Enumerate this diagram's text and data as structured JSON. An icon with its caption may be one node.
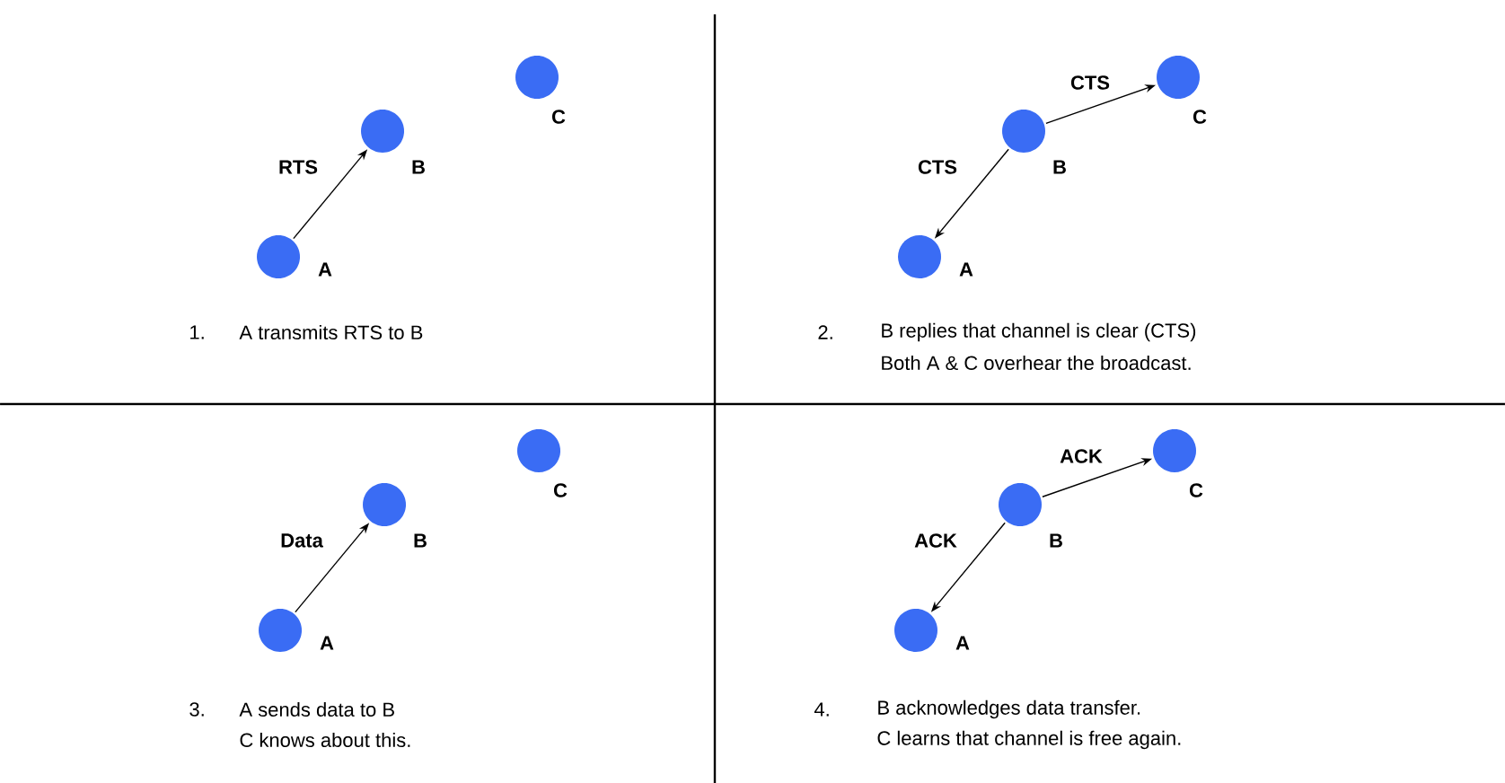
{
  "diagram": {
    "nodes": [
      {
        "text": [],
        "shape": "circle",
        "beside": [
          "A"
        ]
      },
      {
        "text": [],
        "shape": "circle",
        "beside": [
          "B"
        ]
      },
      {
        "text": [],
        "shape": "circle",
        "beside": [
          "C"
        ]
      },
      {
        "text": [],
        "shape": "circle",
        "beside": [
          "A"
        ]
      },
      {
        "text": [],
        "shape": "circle",
        "beside": [
          "B"
        ]
      },
      {
        "text": [],
        "shape": "circle",
        "beside": [
          "C"
        ]
      },
      {
        "text": [],
        "shape": "circle",
        "beside": [
          "A"
        ]
      },
      {
        "text": [],
        "shape": "circle",
        "beside": [
          "B"
        ]
      },
      {
        "text": [],
        "shape": "circle",
        "beside": [
          "C"
        ]
      },
      {
        "text": [],
        "shape": "circle",
        "beside": [
          "A"
        ]
      },
      {
        "text": [],
        "shape": "circle",
        "beside": [
          "B"
        ]
      },
      {
        "text": [],
        "shape": "circle",
        "beside": [
          "C"
        ]
      }
    ],
    "edges": [
      {
        "from": 0,
        "to": 1,
        "arrow": "to",
        "label": "RTS"
      },
      {
        "from": 4,
        "to": 5,
        "arrow": "to",
        "label": "CTS"
      },
      {
        "from": 4,
        "to": 3,
        "arrow": "to",
        "label": "CTS"
      },
      {
        "from": 6,
        "to": 7,
        "arrow": "to",
        "label": "Data"
      },
      {
        "from": 10,
        "to": 11,
        "arrow": "to",
        "label": "ACK"
      },
      {
        "from": 10,
        "to": 9,
        "arrow": "to",
        "label": "ACK"
      }
    ],
    "labels": [
      "1.",
      "A transmits RTS to B",
      "2.",
      "B replies that channel is clear (CTS)",
      "Both A & C overhear the broadcast.",
      "3.",
      "A sends data to B",
      "C knows about this.",
      "4.",
      "B acknowledges data transfer.",
      "C learns that channel is free again."
    ]
  }
}
